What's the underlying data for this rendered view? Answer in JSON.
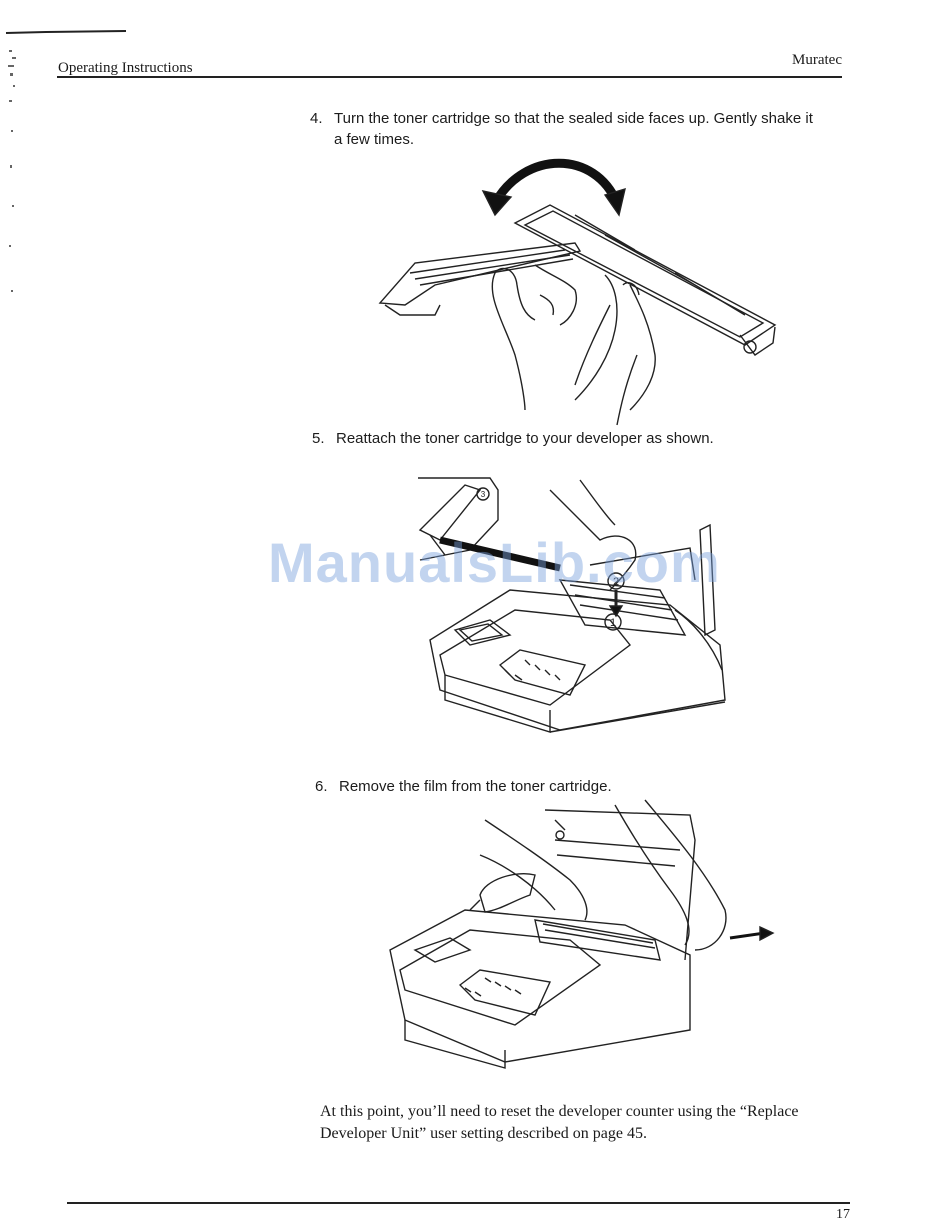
{
  "header": {
    "section": "Operating Instructions",
    "brand": "Muratec"
  },
  "steps": [
    {
      "number": "4.",
      "line1": "Turn the toner cartridge so that the sealed side faces up. Gently shake it",
      "line2": "a few times."
    },
    {
      "number": "5.",
      "line1": "Reattach the toner cartridge to your developer as shown."
    },
    {
      "number": "6.",
      "line1": "Remove the film from the toner cartridge."
    }
  ],
  "figure2": {
    "callout1": "1",
    "callout2": "2",
    "callout3": "3"
  },
  "watermark": "ManualsLib.com",
  "closing": "At this point, you’ll need to reset the developer counter using the “Replace Developer Unit” user setting described on page 45.",
  "footer": {
    "page_number": "17"
  }
}
